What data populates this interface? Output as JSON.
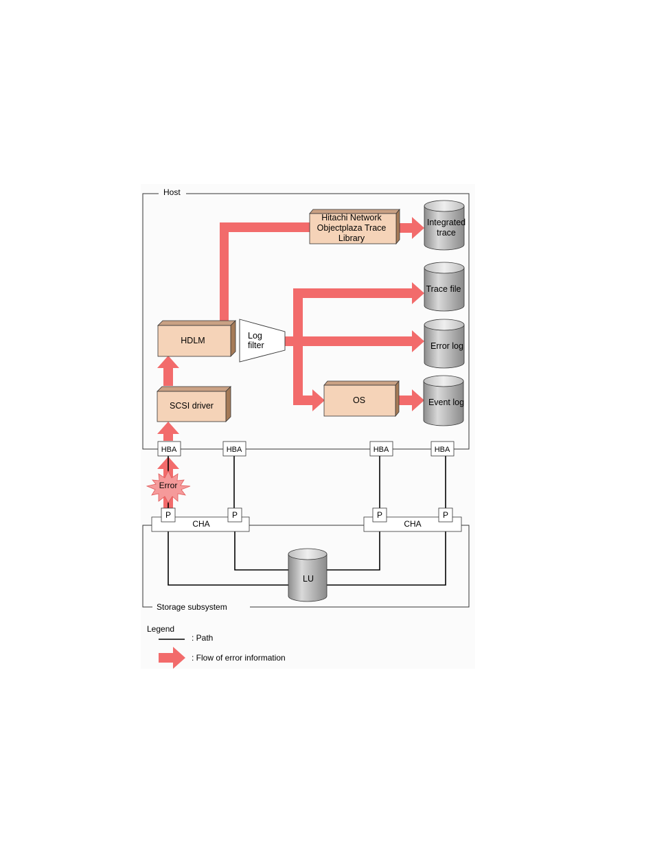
{
  "diagram": {
    "host_label": "Host",
    "storage_label": "Storage subsystem",
    "components": {
      "hnto_line1": "Hitachi Network",
      "hnto_line2": "Objectplaza Trace",
      "hnto_line3": "Library",
      "hdlm": "HDLM",
      "scsi_driver": "SCSI driver",
      "os": "OS",
      "log_filter_line1": "Log",
      "log_filter_line2": "filter"
    },
    "stores": {
      "integrated_trace_line1": "Integrated",
      "integrated_trace_line2": "trace",
      "trace_file": "Trace file",
      "error_log": "Error log",
      "event_log": "Event log"
    },
    "hba": [
      "HBA",
      "HBA",
      "HBA",
      "HBA"
    ],
    "ports": [
      "P",
      "P",
      "P",
      "P"
    ],
    "cha": [
      "CHA",
      "CHA"
    ],
    "lu": "LU",
    "error": "Error"
  },
  "legend": {
    "title": "Legend",
    "path": ": Path",
    "flow": ": Flow of error information"
  },
  "colors": {
    "flow_arrow": "#f26b6b",
    "component_fill": "#f5d3b8",
    "component_side": "#a57a57",
    "cylinder_fill": "#b3b3b3",
    "error_burst": "#f59a9a"
  }
}
